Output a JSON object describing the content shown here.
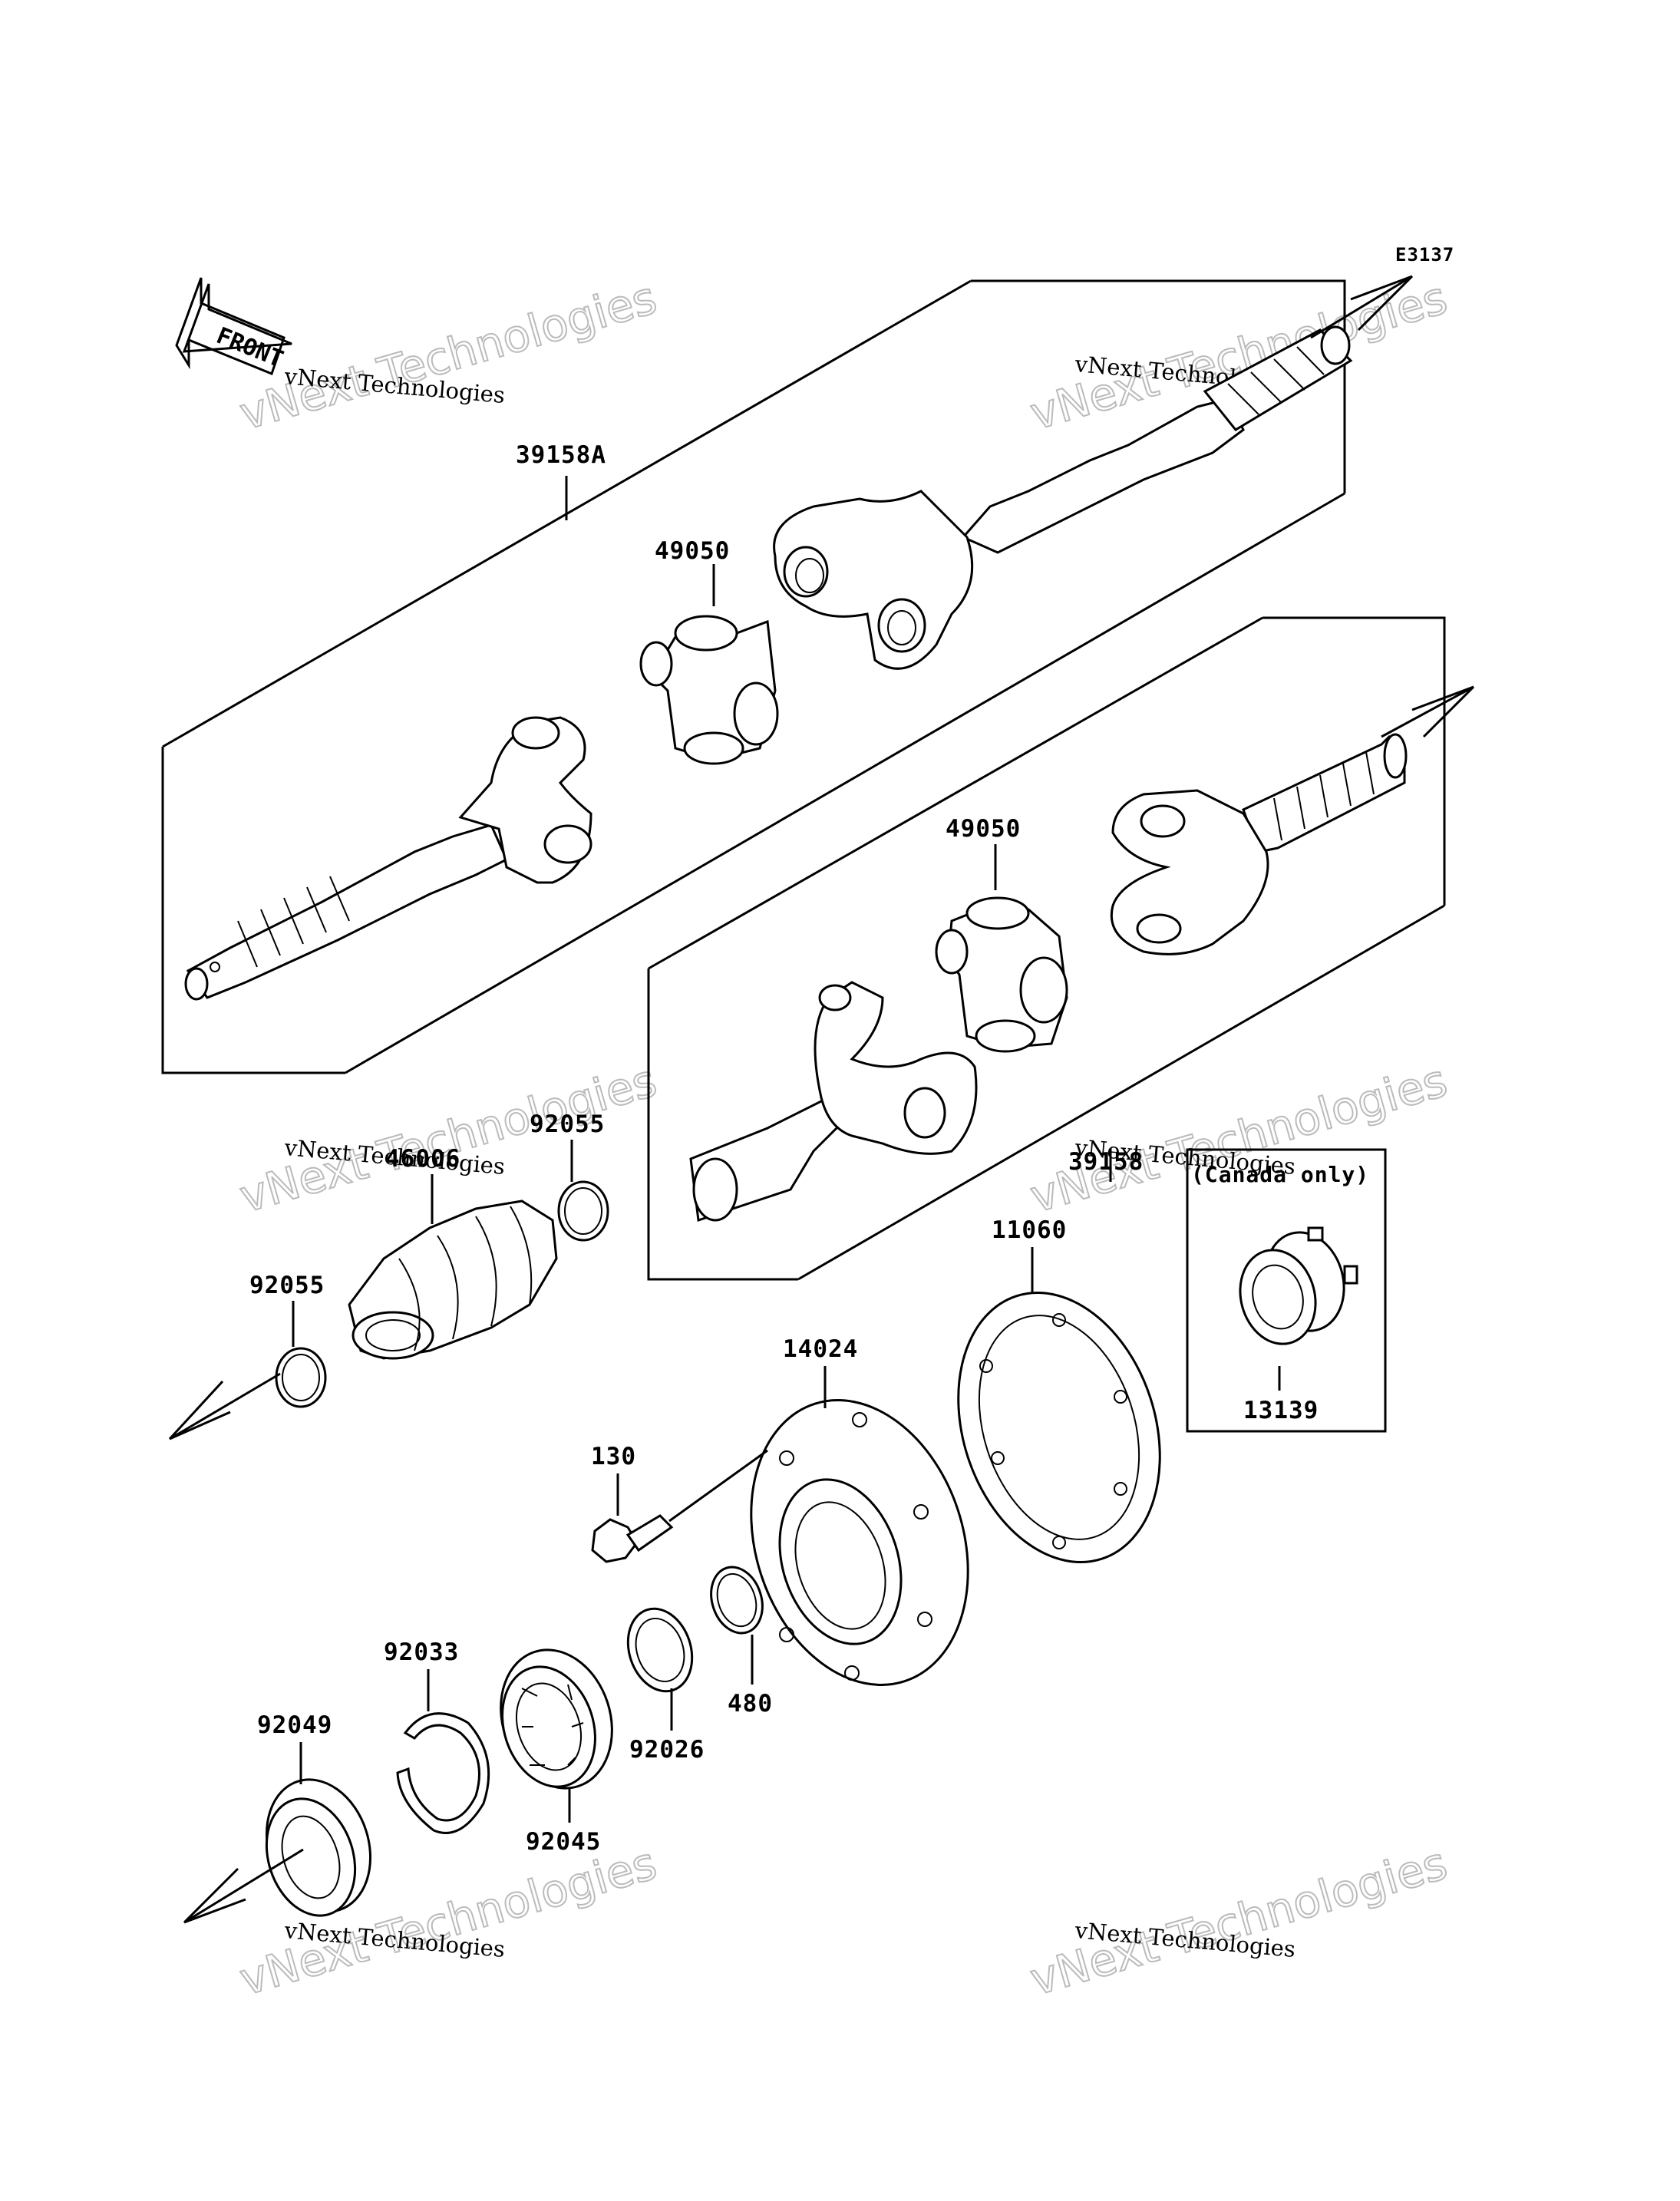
{
  "diagram": {
    "ref_code": "E3137",
    "front_label": "FRONT",
    "parts": {
      "p39158a": "39158A",
      "p49050_top": "49050",
      "p49050_bottom": "49050",
      "p39158": "39158",
      "p92055_top": "92055",
      "p92055_left": "92055",
      "p46006": "46006",
      "p11060": "11060",
      "p14024": "14024",
      "p13139": "13139",
      "p130": "130",
      "p480": "480",
      "p92026": "92026",
      "p92033": "92033",
      "p92045": "92045",
      "p92049": "92049"
    },
    "note_13139": "(Canada only)"
  },
  "watermark": {
    "line1": "vNext Technologies",
    "line2": "vNext Technologies"
  }
}
